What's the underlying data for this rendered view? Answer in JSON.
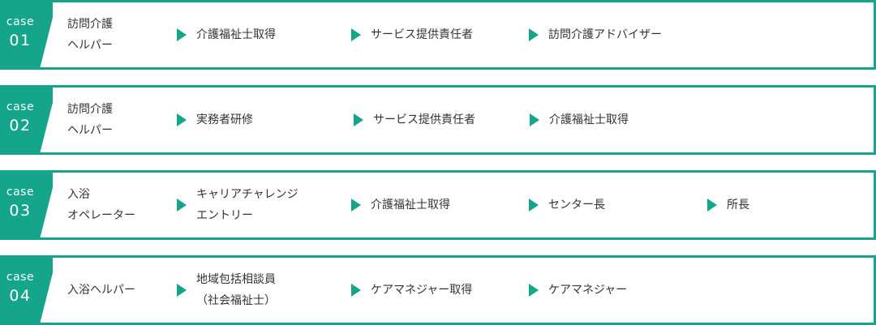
{
  "cases": [
    {
      "label": "case",
      "number": "01",
      "steps": [
        "訪問介護\nヘルパー",
        "介護福祉士取得",
        "サービス提供責任者",
        "訪問介護アドバイザー"
      ]
    },
    {
      "label": "case",
      "number": "02",
      "steps": [
        "訪問介護\nヘルパー",
        "実務者研修",
        "サービス提供責任者",
        "介護福祉士取得"
      ]
    },
    {
      "label": "case",
      "number": "03",
      "steps": [
        "入浴\nオペレーター",
        "キャリアチャレンジ\nエントリー",
        "介護福祉士取得",
        "センター長",
        "所長"
      ]
    },
    {
      "label": "case",
      "number": "04",
      "steps": [
        "入浴ヘルパー",
        "地域包括相談員\n（社会福祉士）",
        "ケアマネジャー取得",
        "ケアマネジャー"
      ]
    }
  ],
  "colors": {
    "accent": "#14a58a",
    "text": "#333333"
  },
  "icons": {
    "step_arrow": "triangle-right-icon"
  }
}
